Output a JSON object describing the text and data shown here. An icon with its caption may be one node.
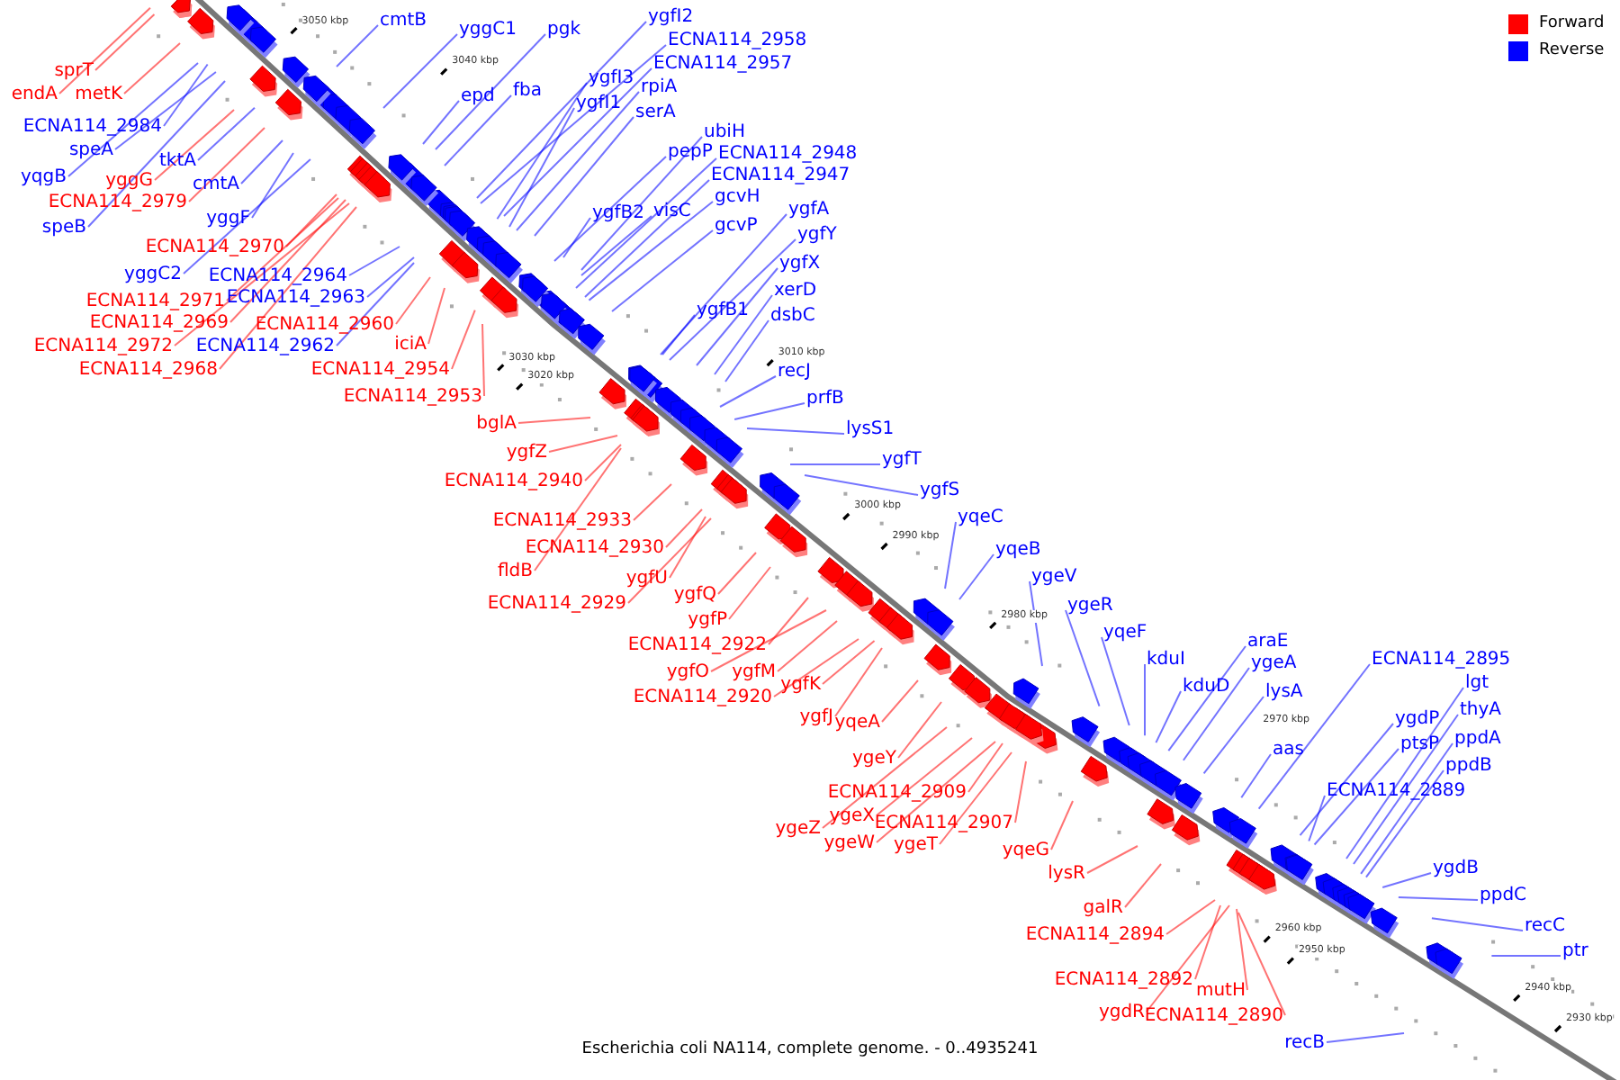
{
  "diagram": {
    "caption": "Escherichia coli NA114, complete genome. - 0..4935241",
    "nodes": [
      {
        "text": [
          "sprT"
        ]
      },
      {
        "text": [
          "endA"
        ]
      },
      {
        "text": [
          "metK"
        ]
      },
      {
        "text": [
          "yggG"
        ]
      },
      {
        "text": [
          "ECNA114_2979"
        ]
      },
      {
        "text": [
          "ECNA114_2970"
        ]
      },
      {
        "text": [
          "ECNA114_2971"
        ]
      },
      {
        "text": [
          "ECNA114_2969"
        ]
      },
      {
        "text": [
          "ECNA114_2972"
        ]
      },
      {
        "text": [
          "ECNA114_2968"
        ]
      },
      {
        "text": [
          "ECNA114_2960"
        ]
      },
      {
        "text": [
          "iciA"
        ]
      },
      {
        "text": [
          "ECNA114_2954"
        ]
      },
      {
        "text": [
          "ECNA114_2953"
        ]
      },
      {
        "text": [
          "bglA"
        ]
      },
      {
        "text": [
          "ygfZ"
        ]
      },
      {
        "text": [
          "ECNA114_2940"
        ]
      },
      {
        "text": [
          "ECNA114_2933"
        ]
      },
      {
        "text": [
          "ECNA114_2930"
        ]
      },
      {
        "text": [
          "fldB"
        ]
      },
      {
        "text": [
          "ygfU"
        ]
      },
      {
        "text": [
          "ECNA114_2929"
        ]
      },
      {
        "text": [
          "ygfQ"
        ]
      },
      {
        "text": [
          "ygfP"
        ]
      },
      {
        "text": [
          "ECNA114_2922"
        ]
      },
      {
        "text": [
          "ygfO"
        ]
      },
      {
        "text": [
          "ygfM"
        ]
      },
      {
        "text": [
          "ECNA114_2920"
        ]
      },
      {
        "text": [
          "ygfK"
        ]
      },
      {
        "text": [
          "ygfJ"
        ]
      },
      {
        "text": [
          "yqeA"
        ]
      },
      {
        "text": [
          "ygeY"
        ]
      },
      {
        "text": [
          "ECNA114_2909"
        ]
      },
      {
        "text": [
          "ygeZ"
        ]
      },
      {
        "text": [
          "ygeX"
        ]
      },
      {
        "text": [
          "ygeW"
        ]
      },
      {
        "text": [
          "ECNA114_2907"
        ]
      },
      {
        "text": [
          "ygeT"
        ]
      },
      {
        "text": [
          "yqeG"
        ]
      },
      {
        "text": [
          "lysR"
        ]
      },
      {
        "text": [
          "galR"
        ]
      },
      {
        "text": [
          "ECNA114_2894"
        ]
      },
      {
        "text": [
          "ECNA114_2892"
        ]
      },
      {
        "text": [
          "mutH"
        ]
      },
      {
        "text": [
          "ygdR"
        ]
      },
      {
        "text": [
          "ECNA114_2890"
        ]
      },
      {
        "text": [
          "ECNA114_2984"
        ]
      },
      {
        "text": [
          "speA"
        ]
      },
      {
        "text": [
          "yqgB"
        ]
      },
      {
        "text": [
          "tktA"
        ]
      },
      {
        "text": [
          "cmtA"
        ]
      },
      {
        "text": [
          "speB"
        ]
      },
      {
        "text": [
          "yggF"
        ]
      },
      {
        "text": [
          "yggC2"
        ]
      },
      {
        "text": [
          "ECNA114_2964"
        ]
      },
      {
        "text": [
          "ECNA114_2963"
        ]
      },
      {
        "text": [
          "ECNA114_2962"
        ]
      },
      {
        "text": [
          "cmtB"
        ]
      },
      {
        "text": [
          "yggC1"
        ]
      },
      {
        "text": [
          "pgk"
        ]
      },
      {
        "text": [
          "epd"
        ]
      },
      {
        "text": [
          "fba"
        ]
      },
      {
        "text": [
          "ygfI2"
        ]
      },
      {
        "text": [
          "ECNA114_2958"
        ]
      },
      {
        "text": [
          "ECNA114_2957"
        ]
      },
      {
        "text": [
          "ygfI3"
        ]
      },
      {
        "text": [
          "ygfI1"
        ]
      },
      {
        "text": [
          "rpiA"
        ]
      },
      {
        "text": [
          "serA"
        ]
      },
      {
        "text": [
          "ubiH"
        ]
      },
      {
        "text": [
          "pepP"
        ]
      },
      {
        "text": [
          "ECNA114_2948"
        ]
      },
      {
        "text": [
          "ECNA114_2947"
        ]
      },
      {
        "text": [
          "ygfB2"
        ]
      },
      {
        "text": [
          "visC"
        ]
      },
      {
        "text": [
          "gcvH"
        ]
      },
      {
        "text": [
          "gcvP"
        ]
      },
      {
        "text": [
          "ygfA"
        ]
      },
      {
        "text": [
          "ygfY"
        ]
      },
      {
        "text": [
          "ygfX"
        ]
      },
      {
        "text": [
          "xerD"
        ]
      },
      {
        "text": [
          "ygfB1"
        ]
      },
      {
        "text": [
          "dsbC"
        ]
      },
      {
        "text": [
          "recJ"
        ]
      },
      {
        "text": [
          "prfB"
        ]
      },
      {
        "text": [
          "lysS1"
        ]
      },
      {
        "text": [
          "ygfT"
        ]
      },
      {
        "text": [
          "ygfS"
        ]
      },
      {
        "text": [
          "yqeC"
        ]
      },
      {
        "text": [
          "yqeB"
        ]
      },
      {
        "text": [
          "ygeV"
        ]
      },
      {
        "text": [
          "ygeR"
        ]
      },
      {
        "text": [
          "yqeF"
        ]
      },
      {
        "text": [
          "kduI"
        ]
      },
      {
        "text": [
          "kduD"
        ]
      },
      {
        "text": [
          "araE"
        ]
      },
      {
        "text": [
          "ygeA"
        ]
      },
      {
        "text": [
          "lysA"
        ]
      },
      {
        "text": [
          "aas"
        ]
      },
      {
        "text": [
          "ECNA114_2895"
        ]
      },
      {
        "text": [
          "lgt"
        ]
      },
      {
        "text": [
          "ygdP"
        ]
      },
      {
        "text": [
          "thyA"
        ]
      },
      {
        "text": [
          "ptsP"
        ]
      },
      {
        "text": [
          "ppdA"
        ]
      },
      {
        "text": [
          "ppdB"
        ]
      },
      {
        "text": [
          "ECNA114_2889"
        ]
      },
      {
        "text": [
          "ygdB"
        ]
      },
      {
        "text": [
          "ppdC"
        ]
      },
      {
        "text": [
          "recC"
        ]
      },
      {
        "text": [
          "ptr"
        ]
      },
      {
        "text": [
          "recB"
        ]
      }
    ],
    "edges": [
      {
        "from": 0,
        "to": null,
        "arrow": "none",
        "color": "#ff0000"
      },
      {
        "from": 1,
        "to": null,
        "arrow": "none",
        "color": "#ff0000"
      },
      {
        "from": 2,
        "to": null,
        "arrow": "none",
        "color": "#ff0000"
      },
      {
        "from": 3,
        "to": null,
        "arrow": "none",
        "color": "#ff0000"
      },
      {
        "from": 4,
        "to": null,
        "arrow": "none",
        "color": "#ff0000"
      },
      {
        "from": 5,
        "to": null,
        "arrow": "none",
        "color": "#ff0000"
      },
      {
        "from": 6,
        "to": null,
        "arrow": "none",
        "color": "#ff0000"
      },
      {
        "from": 7,
        "to": null,
        "arrow": "none",
        "color": "#ff0000"
      },
      {
        "from": 8,
        "to": null,
        "arrow": "none",
        "color": "#ff0000"
      },
      {
        "from": 9,
        "to": null,
        "arrow": "none",
        "color": "#ff0000"
      },
      {
        "from": 10,
        "to": null,
        "arrow": "none",
        "color": "#ff0000"
      },
      {
        "from": 11,
        "to": null,
        "arrow": "none",
        "color": "#ff0000"
      },
      {
        "from": 12,
        "to": null,
        "arrow": "none",
        "color": "#ff0000"
      },
      {
        "from": 13,
        "to": null,
        "arrow": "none",
        "color": "#ff0000"
      },
      {
        "from": 14,
        "to": null,
        "arrow": "none",
        "color": "#ff0000"
      },
      {
        "from": 15,
        "to": null,
        "arrow": "none",
        "color": "#ff0000"
      },
      {
        "from": 16,
        "to": null,
        "arrow": "none",
        "color": "#ff0000"
      },
      {
        "from": 17,
        "to": null,
        "arrow": "none",
        "color": "#ff0000"
      },
      {
        "from": 18,
        "to": null,
        "arrow": "none",
        "color": "#ff0000"
      },
      {
        "from": 19,
        "to": null,
        "arrow": "none",
        "color": "#ff0000"
      },
      {
        "from": 20,
        "to": null,
        "arrow": "none",
        "color": "#ff0000"
      },
      {
        "from": 21,
        "to": null,
        "arrow": "none",
        "color": "#ff0000"
      },
      {
        "from": 22,
        "to": null,
        "arrow": "none",
        "color": "#ff0000"
      },
      {
        "from": 23,
        "to": null,
        "arrow": "none",
        "color": "#ff0000"
      },
      {
        "from": 24,
        "to": null,
        "arrow": "none",
        "color": "#ff0000"
      },
      {
        "from": 25,
        "to": null,
        "arrow": "none",
        "color": "#ff0000"
      },
      {
        "from": 26,
        "to": null,
        "arrow": "none",
        "color": "#ff0000"
      },
      {
        "from": 27,
        "to": null,
        "arrow": "none",
        "color": "#ff0000"
      },
      {
        "from": 28,
        "to": null,
        "arrow": "none",
        "color": "#ff0000"
      },
      {
        "from": 29,
        "to": null,
        "arrow": "none",
        "color": "#ff0000"
      },
      {
        "from": 30,
        "to": null,
        "arrow": "none",
        "color": "#ff0000"
      },
      {
        "from": 31,
        "to": null,
        "arrow": "none",
        "color": "#ff0000"
      },
      {
        "from": 32,
        "to": null,
        "arrow": "none",
        "color": "#ff0000"
      },
      {
        "from": 33,
        "to": null,
        "arrow": "none",
        "color": "#ff0000"
      },
      {
        "from": 34,
        "to": null,
        "arrow": "none",
        "color": "#ff0000"
      },
      {
        "from": 35,
        "to": null,
        "arrow": "none",
        "color": "#ff0000"
      },
      {
        "from": 36,
        "to": null,
        "arrow": "none",
        "color": "#ff0000"
      },
      {
        "from": 37,
        "to": null,
        "arrow": "none",
        "color": "#ff0000"
      },
      {
        "from": 38,
        "to": null,
        "arrow": "none",
        "color": "#ff0000"
      },
      {
        "from": 39,
        "to": null,
        "arrow": "none",
        "color": "#ff0000"
      },
      {
        "from": 40,
        "to": null,
        "arrow": "none",
        "color": "#ff0000"
      },
      {
        "from": 41,
        "to": null,
        "arrow": "none",
        "color": "#ff0000"
      },
      {
        "from": 42,
        "to": null,
        "arrow": "none",
        "color": "#ff0000"
      },
      {
        "from": 43,
        "to": null,
        "arrow": "none",
        "color": "#ff0000"
      },
      {
        "from": 44,
        "to": null,
        "arrow": "none",
        "color": "#ff0000"
      },
      {
        "from": 45,
        "to": null,
        "arrow": "none",
        "color": "#ff0000"
      },
      {
        "from": 46,
        "to": null,
        "arrow": "none"
      },
      {
        "from": 47,
        "to": null,
        "arrow": "none"
      },
      {
        "from": 48,
        "to": null,
        "arrow": "none"
      },
      {
        "from": 49,
        "to": null,
        "arrow": "none"
      },
      {
        "from": 50,
        "to": null,
        "arrow": "none"
      },
      {
        "from": 51,
        "to": null,
        "arrow": "none"
      },
      {
        "from": 52,
        "to": null,
        "arrow": "none"
      },
      {
        "from": 53,
        "to": null,
        "arrow": "none"
      },
      {
        "from": 54,
        "to": null,
        "arrow": "none"
      },
      {
        "from": 55,
        "to": null,
        "arrow": "none"
      },
      {
        "from": 56,
        "to": null,
        "arrow": "none"
      },
      {
        "from": 57,
        "to": null,
        "arrow": "none"
      },
      {
        "from": 58,
        "to": null,
        "arrow": "none"
      },
      {
        "from": 59,
        "to": null,
        "arrow": "none"
      },
      {
        "from": 60,
        "to": null,
        "arrow": "none"
      },
      {
        "from": 61,
        "to": null,
        "arrow": "none"
      },
      {
        "from": 62,
        "to": null,
        "arrow": "none"
      },
      {
        "from": 63,
        "to": null,
        "arrow": "none"
      },
      {
        "from": 64,
        "to": null,
        "arrow": "none"
      },
      {
        "from": 65,
        "to": null,
        "arrow": "none"
      },
      {
        "from": 66,
        "to": null,
        "arrow": "none"
      },
      {
        "from": 67,
        "to": null,
        "arrow": "none"
      },
      {
        "from": 68,
        "to": null,
        "arrow": "none"
      },
      {
        "from": 69,
        "to": null,
        "arrow": "none"
      },
      {
        "from": 70,
        "to": null,
        "arrow": "none"
      },
      {
        "from": 71,
        "to": null,
        "arrow": "none"
      },
      {
        "from": 72,
        "to": null,
        "arrow": "none"
      },
      {
        "from": 73,
        "to": null,
        "arrow": "none"
      },
      {
        "from": 74,
        "to": null,
        "arrow": "none"
      },
      {
        "from": 75,
        "to": null,
        "arrow": "none"
      },
      {
        "from": 76,
        "to": null,
        "arrow": "none"
      },
      {
        "from": 77,
        "to": null,
        "arrow": "none"
      },
      {
        "from": 78,
        "to": null,
        "arrow": "none"
      },
      {
        "from": 79,
        "to": null,
        "arrow": "none"
      },
      {
        "from": 80,
        "to": null,
        "arrow": "none"
      },
      {
        "from": 81,
        "to": null,
        "arrow": "none"
      },
      {
        "from": 82,
        "to": null,
        "arrow": "none"
      },
      {
        "from": 83,
        "to": null,
        "arrow": "none"
      },
      {
        "from": 84,
        "to": null,
        "arrow": "none"
      },
      {
        "from": 85,
        "to": null,
        "arrow": "none"
      },
      {
        "from": 86,
        "to": null,
        "arrow": "none"
      },
      {
        "from": 87,
        "to": null,
        "arrow": "none"
      },
      {
        "from": 88,
        "to": null,
        "arrow": "none"
      },
      {
        "from": 89,
        "to": null,
        "arrow": "none"
      },
      {
        "from": 90,
        "to": null,
        "arrow": "none"
      },
      {
        "from": 91,
        "to": null,
        "arrow": "none"
      },
      {
        "from": 92,
        "to": null,
        "arrow": "none"
      },
      {
        "from": 93,
        "to": null,
        "arrow": "none"
      },
      {
        "from": 94,
        "to": null,
        "arrow": "none"
      },
      {
        "from": 95,
        "to": null,
        "arrow": "none"
      },
      {
        "from": 96,
        "to": null,
        "arrow": "none"
      },
      {
        "from": 97,
        "to": null,
        "arrow": "none"
      },
      {
        "from": 98,
        "to": null,
        "arrow": "none"
      },
      {
        "from": 99,
        "to": null,
        "arrow": "none"
      },
      {
        "from": 100,
        "to": null,
        "arrow": "none"
      },
      {
        "from": 101,
        "to": null,
        "arrow": "none"
      },
      {
        "from": 102,
        "to": null,
        "arrow": "none"
      },
      {
        "from": 103,
        "to": null,
        "arrow": "none"
      },
      {
        "from": 104,
        "to": null,
        "arrow": "none"
      },
      {
        "from": 105,
        "to": null,
        "arrow": "none"
      },
      {
        "from": 106,
        "to": null,
        "arrow": "none"
      },
      {
        "from": 107,
        "to": null,
        "arrow": "none"
      },
      {
        "from": 108,
        "to": null,
        "arrow": "none"
      },
      {
        "from": 109,
        "to": null,
        "arrow": "none"
      },
      {
        "from": 110,
        "to": null,
        "arrow": "none"
      },
      {
        "from": 111,
        "to": null,
        "arrow": "none"
      }
    ],
    "labels": [
      "3050 kbp",
      "3040 kbp",
      "3030 kbp",
      "3020 kbp",
      "3010 kbp",
      "3000 kbp",
      "2990 kbp",
      "2980 kbp",
      "2970 kbp",
      "2960 kbp",
      "2950 kbp",
      "2940 kbp",
      "2930 kbp"
    ],
    "legend": [
      {
        "text": "Forward",
        "color": "#ff0000"
      },
      {
        "text": "Reverse",
        "color": "#0000ff"
      }
    ]
  }
}
